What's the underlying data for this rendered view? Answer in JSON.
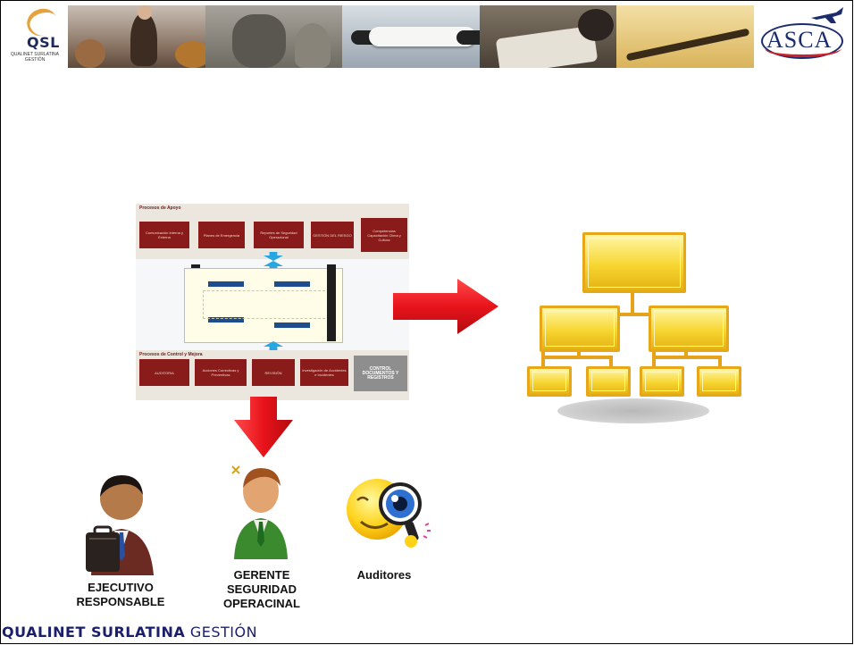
{
  "header": {
    "qsl_logo_text": "QSL",
    "qsl_logo_subtitle": "QUALINET SURLATINA GESTIÓN",
    "asca_logo_text": "ASCA",
    "banner_segments": [
      "presenter-photo",
      "business-meeting-photo",
      "aircraft-photo",
      "documents-photo",
      "pen-photo"
    ]
  },
  "process_diagram": {
    "top_title": "Procesos de Apoyo",
    "top_boxes": [
      "Comunicación Interna y Externa",
      "Planes de Emergencia",
      "Reportes de Seguridad Operacional",
      "GESTIÓN DEL RIESGO",
      "Competencias Capacitación Clima y Cultura"
    ],
    "bottom_title": "Procesos de Control y Mejora",
    "bottom_boxes": [
      "AUDITORIA",
      "Acciones Correctivas y Preventivas",
      "REVISIÓN",
      "Investigación de Accidentes e Incidentes",
      "CONTROL DOCUMENTOS Y REGISTROS"
    ]
  },
  "people": [
    {
      "label": "EJECUTIVO\nRESPONSABLE",
      "icon": "executive-with-briefcase-icon"
    },
    {
      "label": "GERENTE\nSEGURIDAD\nOPERACINAL",
      "icon": "manager-icon"
    },
    {
      "label": "Auditores",
      "icon": "smiley-magnifier-icon"
    }
  ],
  "footer": {
    "bold_text": "QUALINET SURLATINA",
    "light_text": "GESTIÓN"
  },
  "colors": {
    "process_red": "#8a1b1b",
    "arrow_red": "#e8131b",
    "org_yellow": "#f7d531",
    "footer_blue": "#1a1f6b"
  }
}
